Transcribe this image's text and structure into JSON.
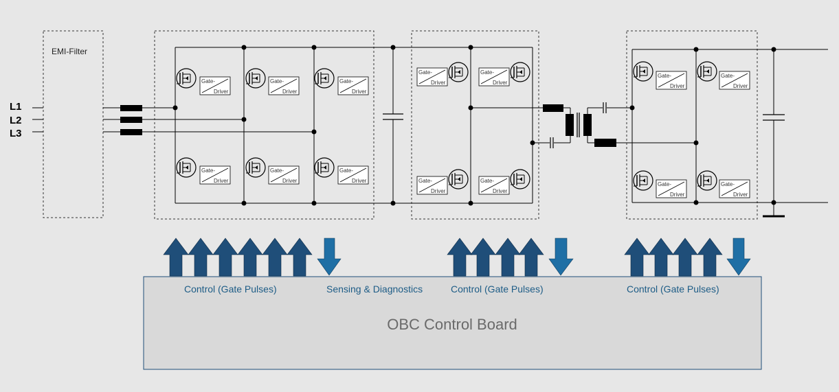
{
  "emi_filter": {
    "label": "EMI-Filter"
  },
  "inputs": [
    {
      "label": "L1"
    },
    {
      "label": "L2"
    },
    {
      "label": "L3"
    }
  ],
  "gate_driver": {
    "line1": "Gate-",
    "line2": "Driver"
  },
  "control_board": {
    "title": "OBC Control Board",
    "labels": [
      {
        "text": "Control (Gate Pulses)"
      },
      {
        "text": "Sensing & Diagnostics"
      },
      {
        "text": "Control (Gate Pulses)"
      },
      {
        "text": "Control (Gate Pulses)"
      }
    ]
  },
  "colors": {
    "background": "#e7e7e7",
    "board_fill": "#d9d9d9",
    "board_border": "#1f4e79",
    "arrow_up": "#1f4e79",
    "arrow_down": "#1f6fa5",
    "board_text": "#1d5c86"
  }
}
